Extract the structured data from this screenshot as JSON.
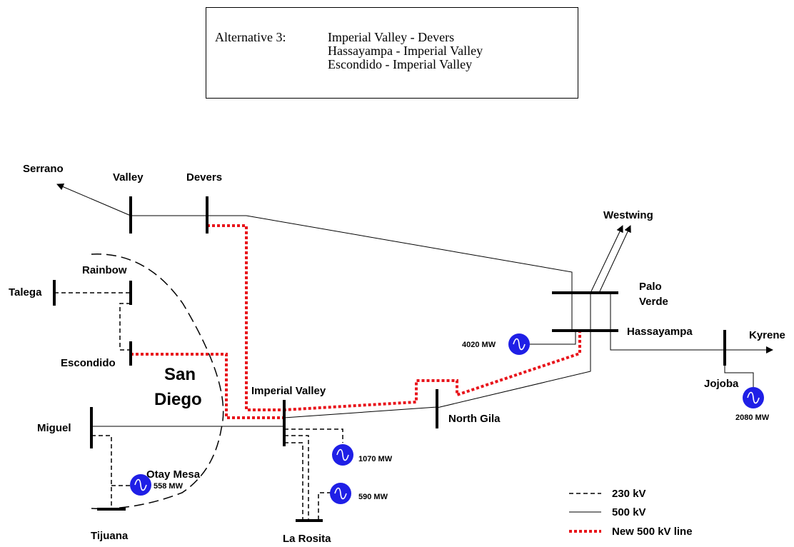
{
  "alternative": {
    "label": "Alternative 3:",
    "lines": [
      "Imperial Valley - Devers",
      "Hassayampa - Imperial Valley",
      "Escondido - Imperial Valley"
    ]
  },
  "nodes": {
    "serrano": "Serrano",
    "valley": "Valley",
    "devers": "Devers",
    "westwing": "Westwing",
    "rainbow": "Rainbow",
    "talega": "Talega",
    "palo_verde_1": "Palo",
    "palo_verde_2": "Verde",
    "hassayampa": "Hassayampa",
    "kyrene": "Kyrene",
    "escondido": "Escondido",
    "imperial_valley": "Imperial Valley",
    "jojoba": "Jojoba",
    "north_gila": "North Gila",
    "miguel": "Miguel",
    "otay_mesa": "Otay Mesa",
    "tijuana": "Tijuana",
    "la_rosita": "La Rosita"
  },
  "region": {
    "line1": "San",
    "line2": "Diego"
  },
  "generators": {
    "palo_verde": "4020 MW",
    "jojoba": "2080 MW",
    "imperial_valley": "1070 MW",
    "la_rosita": "590 MW",
    "otay_mesa": "558 MW"
  },
  "legend": [
    {
      "label": "230 kV",
      "style": "dashed",
      "color": "#000000"
    },
    {
      "label": "500 kV",
      "style": "solid",
      "color": "#000000"
    },
    {
      "label": "New 500 kV line",
      "style": "dotted",
      "color": "#e8141b"
    }
  ],
  "colors": {
    "new_line": "#e8141b",
    "generator": "#1f1fe6"
  }
}
